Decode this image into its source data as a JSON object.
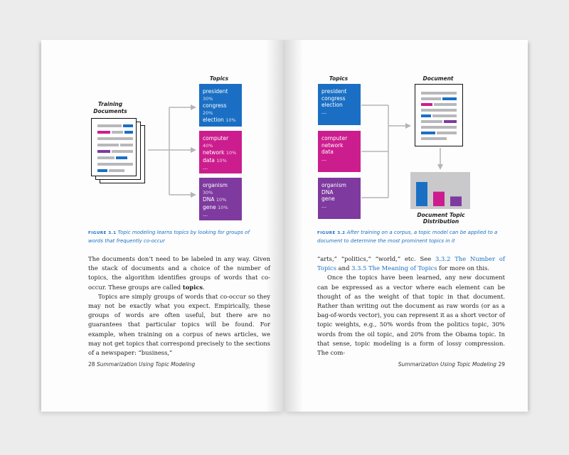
{
  "left_page": {
    "diagram": {
      "training_label": "Training\nDocuments",
      "topics_header": "Topics",
      "topics": [
        {
          "words": [
            {
              "w": "president",
              "p": "30%"
            },
            {
              "w": "congress",
              "p": "20%"
            },
            {
              "w": "election",
              "p": "10%"
            },
            {
              "w": "...",
              "p": ""
            }
          ]
        },
        {
          "words": [
            {
              "w": "computer",
              "p": "40%"
            },
            {
              "w": "network",
              "p": "10%"
            },
            {
              "w": "data",
              "p": "10%"
            },
            {
              "w": "...",
              "p": ""
            }
          ]
        },
        {
          "words": [
            {
              "w": "organism",
              "p": "30%"
            },
            {
              "w": "DNA",
              "p": "10%"
            },
            {
              "w": "gene",
              "p": "10%"
            },
            {
              "w": "...",
              "p": ""
            }
          ]
        }
      ]
    },
    "caption_fig": "FIGURE 3.1",
    "caption_text": "Topic modeling learns topics by looking for groups of words that frequently co-occur",
    "para1_a": "The documents don’t need to be labeled in any way. Given the stack of documents and a choice of the number of topics, the algorithm identifies groups of words that co-occur. These groups are called ",
    "para1_bold": "topics",
    "para1_b": ".",
    "para2": "Topics are simply groups of words that co-occur so they may not be exactly what you expect. Empirically, these groups of words are often useful, but there are no guarantees that particular topics will be found. For example, when training on a corpus of news articles, we may not get topics that correspond precisely to the sections of a newspaper: “business,”",
    "footer_num": "28",
    "footer_title": "Summarization Using Topic Modeling"
  },
  "right_page": {
    "diagram": {
      "topics_header": "Topics",
      "document_header": "Document",
      "distribution_label": "Document Topic Distribution",
      "topics": [
        {
          "words": [
            "president",
            "congress",
            "election",
            "..."
          ]
        },
        {
          "words": [
            "computer",
            "network",
            "data",
            "..."
          ]
        },
        {
          "words": [
            "organism",
            "DNA",
            "gene",
            "..."
          ]
        }
      ],
      "distribution_values": [
        0.5,
        0.3,
        0.2
      ]
    },
    "caption_fig": "FIGURE 3.2",
    "caption_text": "After training on a corpus, a topic model can be applied to a document to determine the most prominent topics in it",
    "para1_a": "“arts,” “politics,” “world,” etc. See ",
    "para1_ref1": "3.3.2",
    "para1_link1": "The Number of Topics",
    "para1_b": " and ",
    "para1_ref2": "3.3.5",
    "para1_link2": "The Meaning of Topics",
    "para1_c": " for more on this.",
    "para2": "Once the topics have been learned, any new document can be expressed as a vector where each element can be thought of as the weight of that topic in that document. Rather than writing out the document as raw words (or as a bag-of-words vector), you can represent it as a short vector of topic weights, e.g., 50% words from the politics topic, 30% words from the oil topic, and 20% from the Obama topic. In that sense, topic modeling is a form of lossy compression. The com-",
    "footer_title": "Summarization Using Topic Modeling",
    "footer_num": "29"
  },
  "colors": {
    "blue": "#1a6fc4",
    "magenta": "#cc1d8e",
    "purple": "#7e3a9e",
    "caption": "#1a6fc4"
  }
}
